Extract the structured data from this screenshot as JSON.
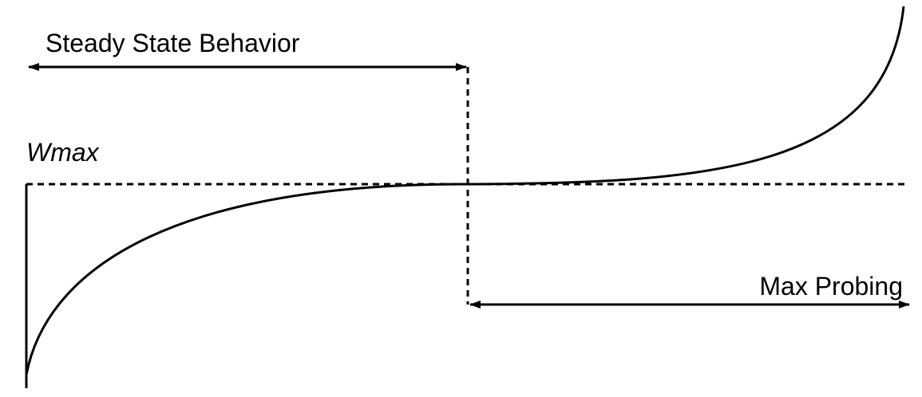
{
  "labels": {
    "steady_state": "Steady State Behavior",
    "wmax": "Wmax",
    "max_probing": "Max Probing"
  },
  "colors": {
    "stroke": "#000000",
    "background": "#ffffff"
  }
}
